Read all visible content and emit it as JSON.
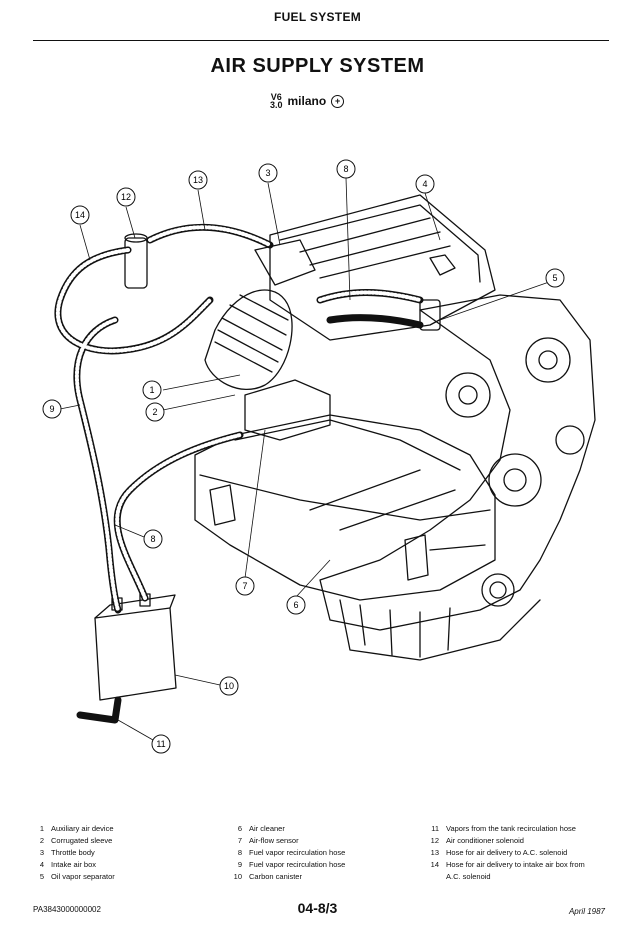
{
  "header": {
    "section": "FUEL SYSTEM"
  },
  "title": "AIR SUPPLY SYSTEM",
  "badge": {
    "engine": "V6 3.0",
    "model": "milano"
  },
  "callouts": [
    "1",
    "2",
    "3",
    "4",
    "5",
    "6",
    "7",
    "8",
    "9",
    "10",
    "11",
    "12",
    "13",
    "14"
  ],
  "legend": {
    "col1": [
      {
        "n": "1",
        "text": "Auxiliary air device"
      },
      {
        "n": "2",
        "text": "Corrugated sleeve"
      },
      {
        "n": "3",
        "text": "Throttle body"
      },
      {
        "n": "4",
        "text": "Intake air box"
      },
      {
        "n": "5",
        "text": "Oil vapor separator"
      }
    ],
    "col2": [
      {
        "n": "6",
        "text": "Air cleaner"
      },
      {
        "n": "7",
        "text": "Air-flow sensor"
      },
      {
        "n": "8",
        "text": "Fuel vapor recirculation hose"
      },
      {
        "n": "9",
        "text": "Fuel vapor recirculation hose"
      },
      {
        "n": "10",
        "text": "Carbon canister"
      }
    ],
    "col3": [
      {
        "n": "11",
        "text": "Vapors from the tank recirculation hose"
      },
      {
        "n": "12",
        "text": "Air conditioner solenoid"
      },
      {
        "n": "13",
        "text": "Hose for air delivery to A.C. solenoid"
      },
      {
        "n": "14",
        "text": "Hose for air delivery to intake air box from A.C. solenoid"
      }
    ]
  },
  "footer": {
    "code": "PA3843000000002",
    "page": "04-8/3",
    "date": "April 1987"
  }
}
